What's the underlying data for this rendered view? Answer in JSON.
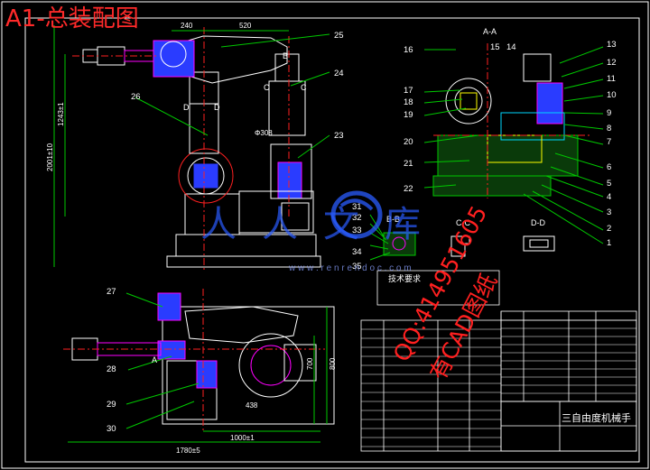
{
  "title": "A1-总装配图",
  "watermark": {
    "brand": "人人文库",
    "url": "w w w . r e n r e n d o c . c o m",
    "qq": "QQ:414951605",
    "note": "有CAD图纸"
  },
  "drawing": {
    "section_views": [
      "A-A",
      "B-B",
      "C-C",
      "D-D"
    ],
    "tech_req_title": "技术要求",
    "title_block_name": "三自由度机械手",
    "part_numbers": [
      "1",
      "2",
      "3",
      "4",
      "5",
      "6",
      "7",
      "8",
      "9",
      "10",
      "11",
      "12",
      "13",
      "14",
      "15",
      "16",
      "17",
      "18",
      "19",
      "20",
      "21",
      "22",
      "23",
      "24",
      "25",
      "26",
      "27",
      "28",
      "29",
      "30",
      "31",
      "32",
      "33",
      "34",
      "35"
    ],
    "dimensions": [
      "240",
      "520",
      "2001±10",
      "1243±1",
      "1780±5",
      "1000±1",
      "700",
      "800",
      "438",
      "Φ308"
    ],
    "section_marks": [
      "A",
      "B",
      "C",
      "D"
    ]
  },
  "colors": {
    "background": "#000000",
    "outline": "#ffffff",
    "blue": "#2a3cff",
    "green": "#00c800",
    "red": "#ff2020",
    "magenta": "#ff00ff",
    "yellow": "#ffff00",
    "cyan": "#00d8ff"
  }
}
